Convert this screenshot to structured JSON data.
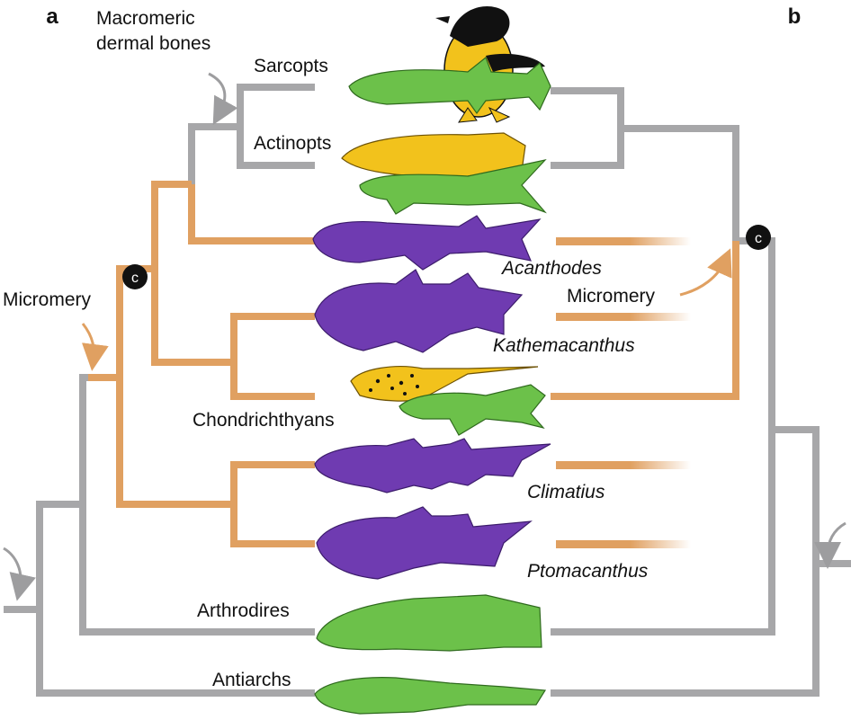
{
  "panels": {
    "a": "a",
    "b": "b"
  },
  "labels": {
    "macromeric": [
      "Macromeric",
      "dermal bones"
    ],
    "sarcopts": "Sarcopts",
    "actinopts": "Actinopts",
    "acanthodes": "Acanthodes",
    "kathemacanthus": "Kathemacanthus",
    "chondrichthyans": "Chondrichthyans",
    "climatius": "Climatius",
    "ptomacanthus": "Ptomacanthus",
    "arthrodires": "Arthrodires",
    "antiarchs": "Antiarchs",
    "micromery_left": "Micromery",
    "micromery_right": "Micromery",
    "node_c_left": "c",
    "node_c_right": "c"
  },
  "colors": {
    "macromeric_branch": "#a7a7a9",
    "micromeric_branch": "#e0a061",
    "acanthodian_fish": "#6f3bb1",
    "placoderm_fish": "#6cc14a",
    "actinopt_fish": "#f2c21c"
  }
}
